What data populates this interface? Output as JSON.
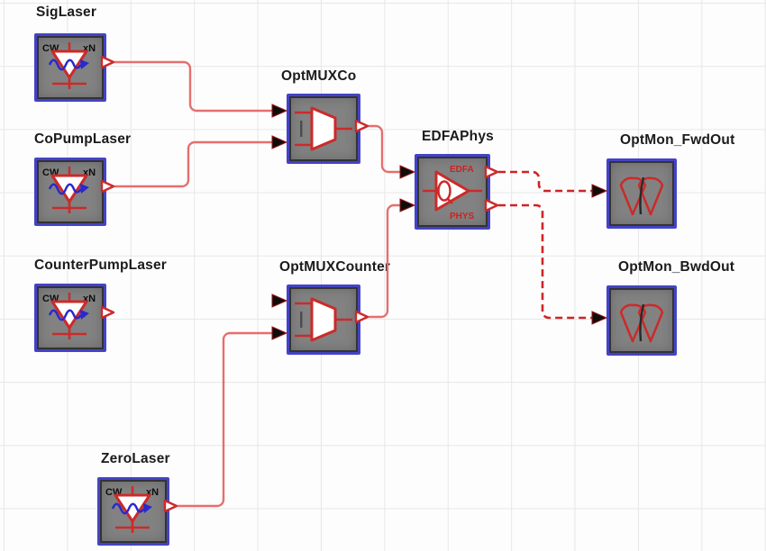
{
  "diagram": {
    "nodes": {
      "sig_laser": {
        "label": "SigLaser",
        "type": "cw-laser"
      },
      "co_pump_laser": {
        "label": "CoPumpLaser",
        "type": "cw-laser"
      },
      "counter_pump_laser": {
        "label": "CounterPumpLaser",
        "type": "cw-laser"
      },
      "zero_laser": {
        "label": "ZeroLaser",
        "type": "cw-laser"
      },
      "opt_mux_co": {
        "label": "OptMUXCo",
        "type": "optical-mux"
      },
      "opt_mux_counter": {
        "label": "OptMUXCounter",
        "type": "optical-mux"
      },
      "edfa_phys": {
        "label": "EDFAPhys",
        "type": "edfa-amplifier"
      },
      "opt_mon_fwd_out": {
        "label": "OptMon_FwdOut",
        "type": "optical-monitor"
      },
      "opt_mon_bwd_out": {
        "label": "OptMon_BwdOut",
        "type": "optical-monitor"
      }
    },
    "icon_text": {
      "cw": "CW",
      "xn": "xN",
      "edfa": "EDFA",
      "phys": "PHYS"
    },
    "connections": [
      {
        "from": "SigLaser",
        "to": "OptMUXCo",
        "style": "solid"
      },
      {
        "from": "CoPumpLaser",
        "to": "OptMUXCo",
        "style": "solid"
      },
      {
        "from": "OptMUXCo",
        "to": "EDFAPhys",
        "style": "solid"
      },
      {
        "from": "ZeroLaser",
        "to": "OptMUXCounter",
        "style": "solid"
      },
      {
        "from": "OptMUXCounter",
        "to": "EDFAPhys",
        "style": "solid"
      },
      {
        "from": "EDFAPhys",
        "to": "OptMon_FwdOut",
        "style": "dashed"
      },
      {
        "from": "EDFAPhys",
        "to": "OptMon_BwdOut",
        "style": "dashed"
      }
    ],
    "colors": {
      "wire_solid": "#e66e6e",
      "wire_dashed": "#ce2424",
      "icon_red": "#cc2a2a",
      "wave_blue": "#2929cc",
      "block_fill": "#828282",
      "block_border": "#4343c6",
      "grid": "#e7e7e9"
    }
  }
}
